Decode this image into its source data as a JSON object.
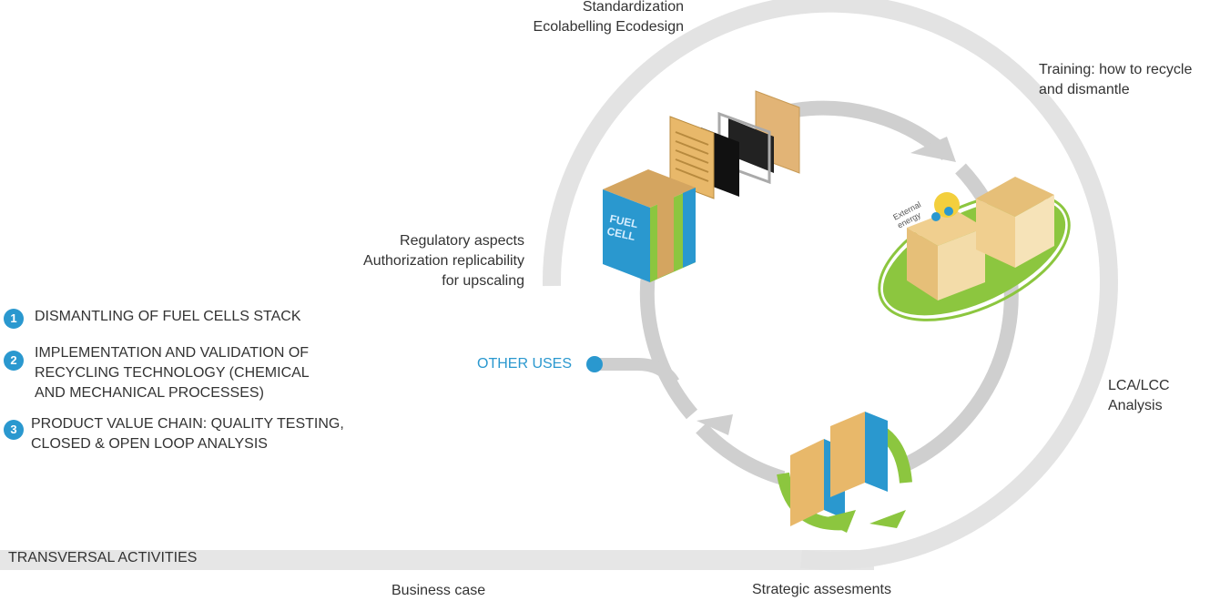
{
  "top_label": {
    "line1": "Standardization",
    "line2": "Ecolabelling Ecodesign"
  },
  "training_label": {
    "line1": "Training: how to recycle",
    "line2": "and dismantle"
  },
  "regulatory_label": {
    "line1": "Regulatory aspects",
    "line2": "Authorization  replicability",
    "line3": "for upscaling"
  },
  "lca_label": {
    "line1": "LCA/LCC",
    "line2": "Analysis"
  },
  "other_uses": "OTHER USES",
  "steps": [
    {
      "num": "1",
      "line1": "DISMANTLING OF FUEL CELLS STACK"
    },
    {
      "num": "2",
      "line1": "IMPLEMENTATION AND VALIDATION OF",
      "line2": "RECYCLING TECHNOLOGY (CHEMICAL",
      "line3": "AND MECHANICAL PROCESSES)"
    },
    {
      "num": "3",
      "line1": "PRODUCT VALUE CHAIN: QUALITY TESTING,",
      "line2": "CLOSED & OPEN LOOP ANALYSIS"
    }
  ],
  "transversal": "TRANSVERSAL ACTIVITIES",
  "bottom_labels": {
    "business": "Business case",
    "strategic": "Strategic assesments"
  },
  "fuel_cell_text": {
    "line1": "FUEL",
    "line2": "CELL"
  },
  "external_energy": {
    "line1": "External",
    "line2": "energy"
  },
  "colors": {
    "accent": "#2a98cf",
    "ring": "#e3e3e3",
    "inner_ring": "#c9c9c9",
    "green": "#8cc63f",
    "plate": "#e8b86a"
  }
}
